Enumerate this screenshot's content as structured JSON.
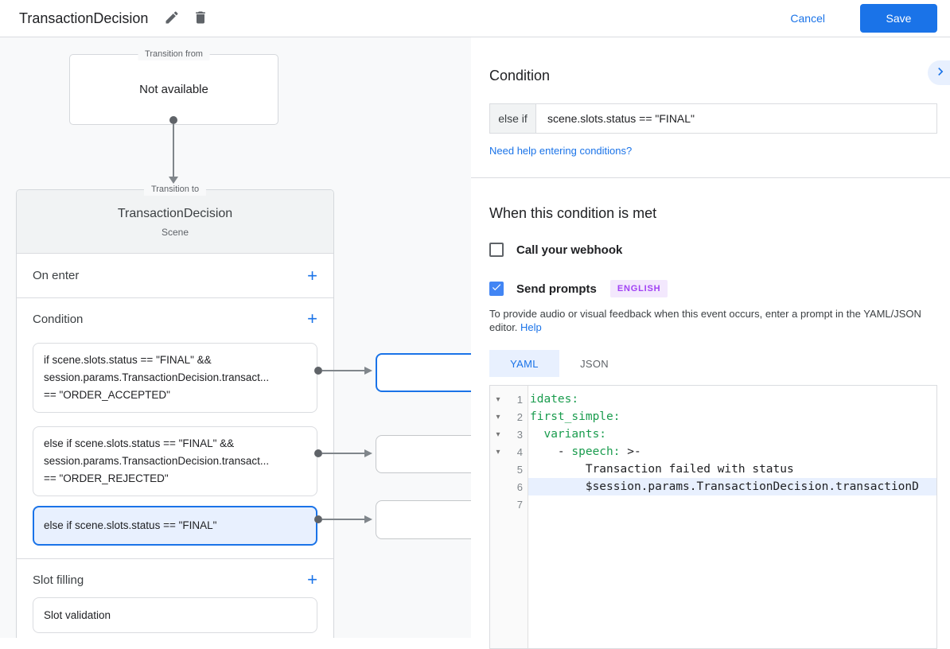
{
  "colors": {
    "accent": "#1a73e8",
    "selected_bg": "#e8f0fe",
    "checkbox_checked": "#4285f4",
    "badge_text": "#a142f4",
    "badge_bg": "#f3e8fd",
    "code_key_green": "#1a9c4e",
    "canvas_bg": "#f8f9fa"
  },
  "icons": {
    "plus": "+",
    "fold": "▾"
  },
  "header": {
    "title": "TransactionDecision",
    "cancel_label": "Cancel",
    "save_label": "Save"
  },
  "canvas": {
    "transition_from": {
      "legend": "Transition from",
      "content": "Not available"
    },
    "transition_to": {
      "legend": "Transition to",
      "scene_name": "TransactionDecision",
      "scene_type": "Scene",
      "on_enter": {
        "label": "On enter"
      },
      "condition": {
        "label": "Condition",
        "cards": [
          {
            "lines": [
              "if scene.slots.status == \"FINAL\" &&",
              "session.params.TransactionDecision.transact...",
              "== \"ORDER_ACCEPTED\""
            ],
            "selected": false
          },
          {
            "lines": [
              "else if scene.slots.status == \"FINAL\" &&",
              "session.params.TransactionDecision.transact...",
              "== \"ORDER_REJECTED\""
            ],
            "selected": false
          },
          {
            "lines": [
              "else if scene.slots.status == \"FINAL\""
            ],
            "selected": true
          }
        ]
      },
      "slot_filling": {
        "label": "Slot filling",
        "cards": [
          {
            "label": "Slot validation"
          }
        ]
      }
    }
  },
  "panel": {
    "condition": {
      "heading": "Condition",
      "prefix": "else if",
      "value": "scene.slots.status == \"FINAL\"",
      "help_link": "Need help entering conditions?"
    },
    "when_met": {
      "heading": "When this condition is met",
      "webhook": {
        "label": "Call your webhook",
        "checked": false
      },
      "prompts": {
        "label": "Send prompts",
        "checked": true,
        "badge": "ENGLISH"
      },
      "description": "To provide audio or visual feedback when this event occurs, enter a prompt in the YAML/JSON editor.",
      "description_link": "Help"
    },
    "editor": {
      "tabs": [
        {
          "label": "YAML",
          "active": true
        },
        {
          "label": "JSON",
          "active": false
        }
      ],
      "lines": [
        {
          "num": 1,
          "fold": true,
          "highlight": false,
          "segments": [
            {
              "text": "idates:"
            }
          ]
        },
        {
          "num": 2,
          "fold": true,
          "highlight": false,
          "segments": [
            {
              "text": "first_simple:"
            }
          ]
        },
        {
          "num": 3,
          "fold": true,
          "highlight": false,
          "segments": [
            {
              "text": "  variants:"
            }
          ]
        },
        {
          "num": 4,
          "fold": true,
          "highlight": false,
          "segments": [
            {
              "text": "    - "
            },
            {
              "text": "speech:"
            },
            {
              "text": " >-"
            }
          ]
        },
        {
          "num": 5,
          "fold": false,
          "highlight": false,
          "segments": [
            {
              "text": "        Transaction failed with status"
            }
          ]
        },
        {
          "num": 6,
          "fold": false,
          "highlight": true,
          "segments": [
            {
              "text": "        $session.params.TransactionDecision.transactionD"
            }
          ]
        },
        {
          "num": 7,
          "fold": false,
          "highlight": false,
          "segments": [
            {
              "text": ""
            }
          ]
        }
      ]
    }
  }
}
